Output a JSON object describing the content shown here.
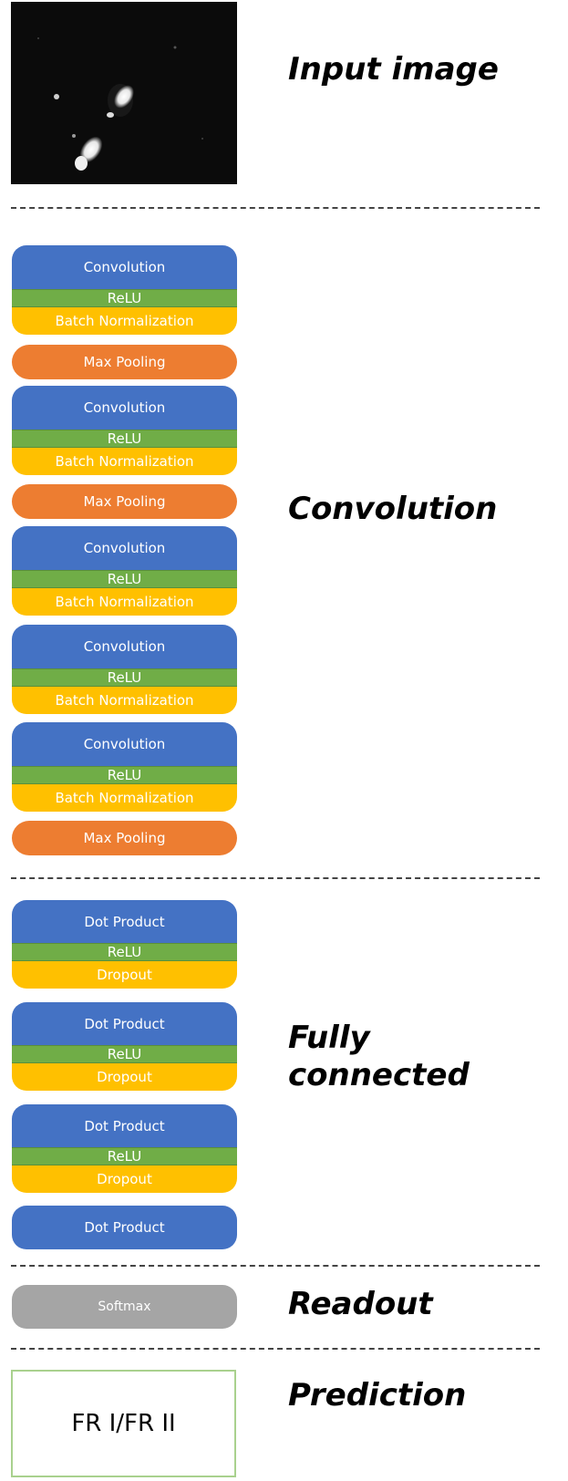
{
  "section_titles": {
    "input": "Input image",
    "convolution": "Convolution",
    "fully_connected_line1": "Fully",
    "fully_connected_line2": "connected",
    "readout": "Readout",
    "prediction": "Prediction"
  },
  "layers": {
    "convolution": "Convolution",
    "relu": "ReLU",
    "batch_norm": "Batch Normalization",
    "max_pooling": "Max Pooling",
    "dot_product": "Dot Product",
    "dropout": "Dropout",
    "softmax": "Softmax"
  },
  "prediction": "FR I/FR II",
  "colors": {
    "convolution": "#4472c4",
    "relu": "#70ad47",
    "normalization": "#ffc000",
    "pooling": "#ed7d31",
    "softmax": "#a5a5a5",
    "prediction_border": "#a9d18e"
  }
}
